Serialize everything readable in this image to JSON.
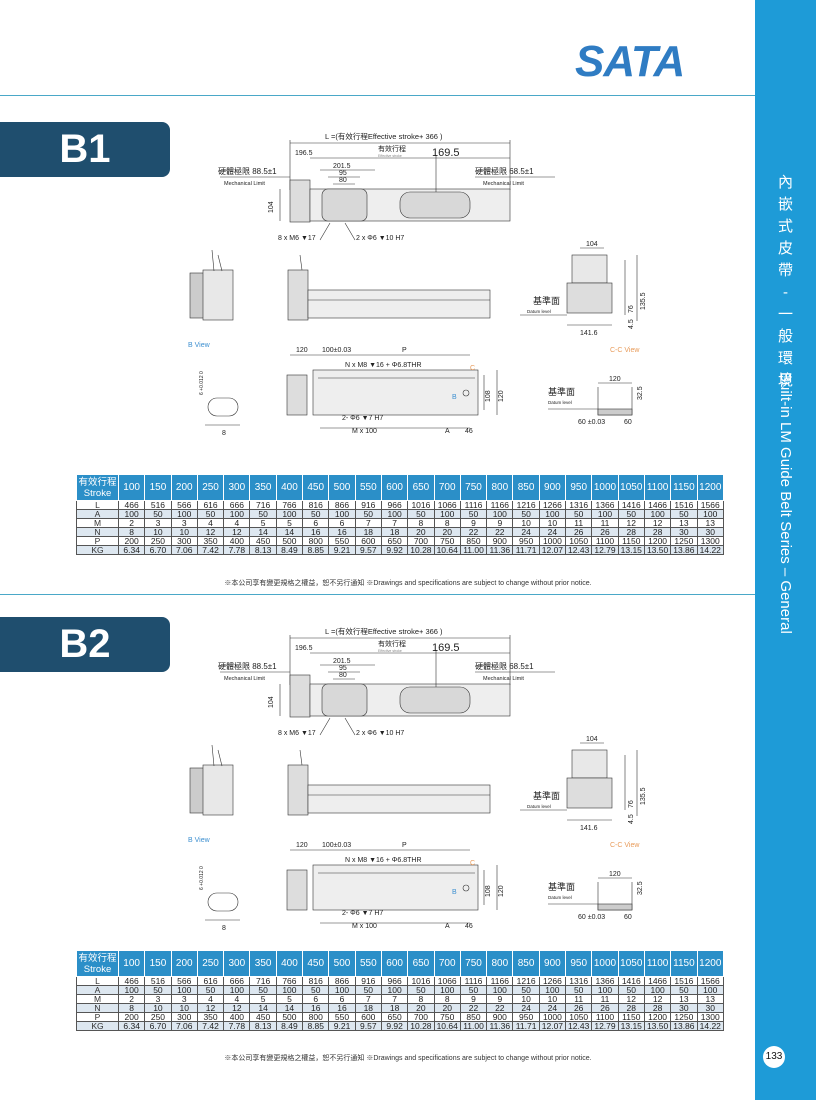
{
  "brand": {
    "logo": "SATA",
    "color": "#2f7cc3"
  },
  "sidebar": {
    "title_cn": [
      "內",
      "嵌",
      "式",
      "皮",
      "帶",
      "-",
      "一",
      "般",
      "環",
      "境"
    ],
    "title_en": "Built-in LM Guide Belt Series – General",
    "page_number": "133",
    "color": "#1e9bd7"
  },
  "drawing_labels": {
    "length_formula": "L =(有效行程Effective stroke+ 366 )",
    "dim_196_5": "196.5",
    "effective_stroke_cn": "有效行程",
    "effective_stroke_en": "Effective stroke",
    "dim_169_5": "169.5",
    "dim_201_5": "201.5",
    "dim_95": "95",
    "dim_80": "80",
    "mech_limit_left": "硬體極限 88.5±1",
    "mech_limit_right": "硬體極限 68.5±1",
    "mech_limit_en": "Mechanical Limit",
    "dim_104": "104",
    "bolt_note": "8 x M6 ▼17",
    "pin_note": "2 x Φ6 ▼10 H7",
    "datum_cn": "基準面",
    "datum_en": "Datum level",
    "dim_141_6": "141.6",
    "dim_135_5": "135.5",
    "dim_76": "76",
    "dim_4_5": "4.5",
    "b_view": "B View",
    "b_view_dim": "8",
    "b_view_vdim": "6 +0.012 0",
    "dim_120": "120",
    "dim_100": "100±0.03",
    "dim_p": "P",
    "tap_note": "N x M8 ▼16 + Φ6.8THR",
    "dim_108": "108",
    "pin_note2": "2- Φ6 ▼7 H7",
    "m_note": "M x 100",
    "dim_a": "A",
    "dim_46": "46",
    "c_mark": "C",
    "b_mark": "B",
    "cc_view": "C-C View",
    "cc_120": "120",
    "cc_32_5": "32.5",
    "cc_60_tol": "60 ±0.03",
    "cc_60": "60"
  },
  "sections": [
    {
      "label": "B1"
    },
    {
      "label": "B2"
    }
  ],
  "table": {
    "header_cn": "有效行程",
    "header_en": "Stroke",
    "strokes": [
      "100",
      "150",
      "200",
      "250",
      "300",
      "350",
      "400",
      "450",
      "500",
      "550",
      "600",
      "650",
      "700",
      "750",
      "800",
      "850",
      "900",
      "950",
      "1000",
      "1050",
      "1100",
      "1150",
      "1200"
    ],
    "rows": [
      {
        "name": "L",
        "values": [
          "466",
          "516",
          "566",
          "616",
          "666",
          "716",
          "766",
          "816",
          "866",
          "916",
          "966",
          "1016",
          "1066",
          "1116",
          "1166",
          "1216",
          "1266",
          "1316",
          "1366",
          "1416",
          "1466",
          "1516",
          "1566"
        ]
      },
      {
        "name": "A",
        "values": [
          "100",
          "50",
          "100",
          "50",
          "100",
          "50",
          "100",
          "50",
          "100",
          "50",
          "100",
          "50",
          "100",
          "50",
          "100",
          "50",
          "100",
          "50",
          "100",
          "50",
          "100",
          "50",
          "100"
        ]
      },
      {
        "name": "M",
        "values": [
          "2",
          "3",
          "3",
          "4",
          "4",
          "5",
          "5",
          "6",
          "6",
          "7",
          "7",
          "8",
          "8",
          "9",
          "9",
          "10",
          "10",
          "11",
          "11",
          "12",
          "12",
          "13",
          "13"
        ]
      },
      {
        "name": "N",
        "values": [
          "8",
          "10",
          "10",
          "12",
          "12",
          "14",
          "14",
          "16",
          "16",
          "18",
          "18",
          "20",
          "20",
          "22",
          "22",
          "24",
          "24",
          "26",
          "26",
          "28",
          "28",
          "30",
          "30"
        ]
      },
      {
        "name": "P",
        "values": [
          "200",
          "250",
          "300",
          "350",
          "400",
          "450",
          "500",
          "800",
          "550",
          "600",
          "650",
          "700",
          "750",
          "850",
          "900",
          "950",
          "1000",
          "1050",
          "1100",
          "1150",
          "1200",
          "1250",
          "1300"
        ]
      },
      {
        "name": "KG",
        "values": [
          "6.34",
          "6.70",
          "7.06",
          "7.42",
          "7.78",
          "8.13",
          "8.49",
          "8.85",
          "9.21",
          "9.57",
          "9.92",
          "10.28",
          "10.64",
          "11.00",
          "11.36",
          "11.71",
          "12.07",
          "12.43",
          "12.79",
          "13.15",
          "13.50",
          "13.86",
          "14.22"
        ]
      }
    ]
  },
  "notice": "※本公司享有變更規格之權益，恕不另行通知 ※Drawings and specifications are subject to change without prior notice."
}
